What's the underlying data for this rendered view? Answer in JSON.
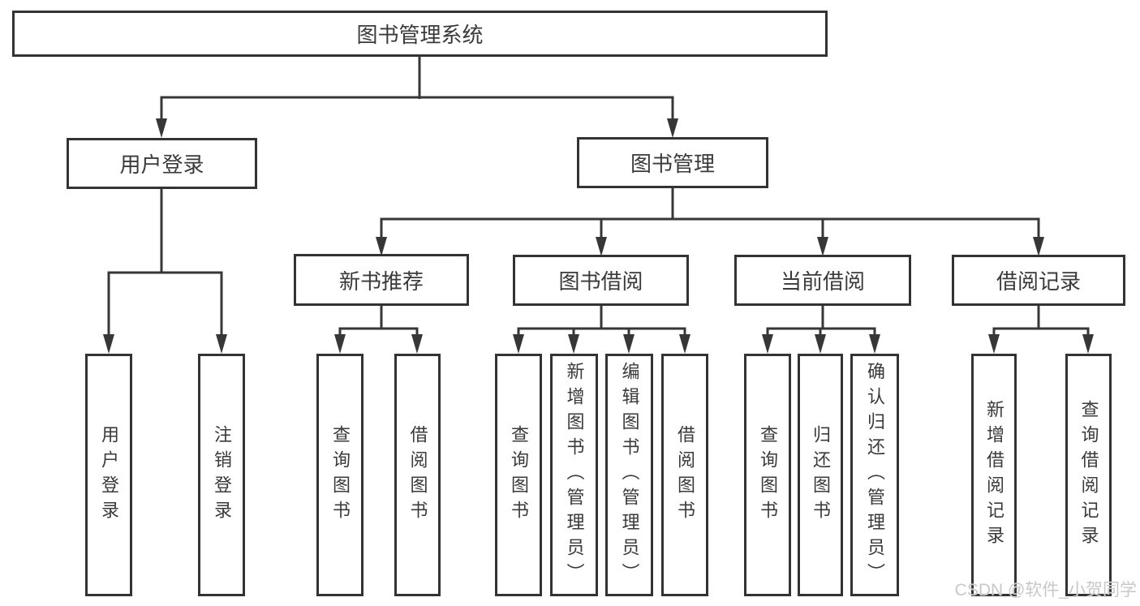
{
  "diagram": {
    "tree": {
      "label": "图书管理系统",
      "children": [
        {
          "label": "用户登录",
          "children": [
            {
              "label": "用户登录"
            },
            {
              "label": "注销登录"
            }
          ]
        },
        {
          "label": "图书管理",
          "children": [
            {
              "label": "新书推荐",
              "children": [
                {
                  "label": "查询图书"
                },
                {
                  "label": "借阅图书"
                }
              ]
            },
            {
              "label": "图书借阅",
              "children": [
                {
                  "label": "查询图书"
                },
                {
                  "label": "新增图书（管理员）"
                },
                {
                  "label": "编辑图书（管理员）"
                },
                {
                  "label": "借阅图书"
                }
              ]
            },
            {
              "label": "当前借阅",
              "children": [
                {
                  "label": "查询图书"
                },
                {
                  "label": "归还图书"
                },
                {
                  "label": "确认归还（管理员）"
                }
              ]
            },
            {
              "label": "借阅记录",
              "children": [
                {
                  "label": "新增借阅记录"
                },
                {
                  "label": "查询借阅记录"
                }
              ]
            }
          ]
        }
      ]
    },
    "colors": {
      "line": "#373737",
      "box_border": "#333333",
      "text": "#3a3a3a",
      "watermark": "#c8c8c8",
      "background": "#ffffff"
    }
  },
  "watermark": {
    "text": "CSDN @软件_小贺同学"
  }
}
